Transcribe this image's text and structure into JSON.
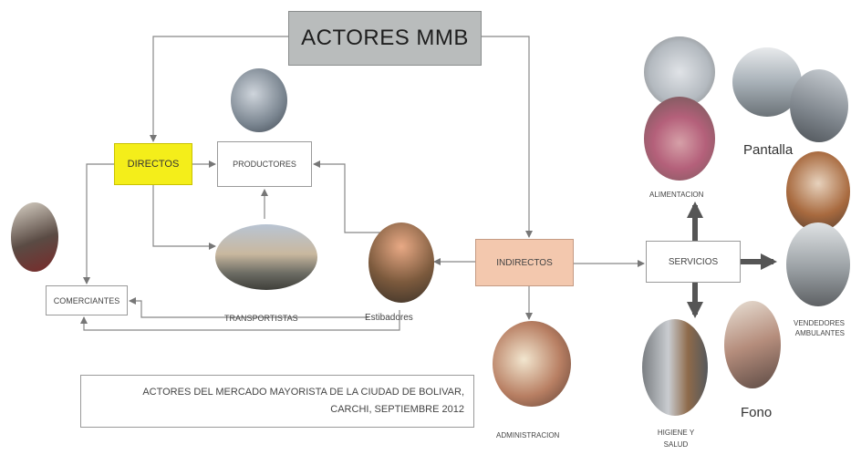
{
  "title": "ACTORES MMB",
  "nodes": {
    "directos": "DIRECTOS",
    "productores": "PRODUCTORES",
    "comerciantes": "COMERCIANTES",
    "indirectos": "INDIRECTOS",
    "servicios": "SERVICIOS"
  },
  "labels": {
    "transportistas": "TRANSPORTISTAS",
    "estibadores": "Estibadores",
    "administracion": "ADMINISTRACION",
    "alimentacion": "ALIMENTACION",
    "pantalla": "Pantalla",
    "vendedores_line1": "VENDEDORES",
    "vendedores_line2": "AMBULANTES",
    "higiene_line1": "HIGIENE Y",
    "higiene_line2": "SALUD",
    "fono": "Fono"
  },
  "caption": {
    "line1": "ACTORES DEL MERCADO MAYORISTA DE LA CIUDAD DE BOLIVAR,",
    "line2": "CARCHI, SEPTIEMBRE 2012"
  },
  "colors": {
    "directos": "#f4ee1a",
    "indirectos": "#f3c8ae",
    "title_box": "#b9bcbc",
    "arrows": "#777777",
    "thick_arrows": "#555555"
  }
}
